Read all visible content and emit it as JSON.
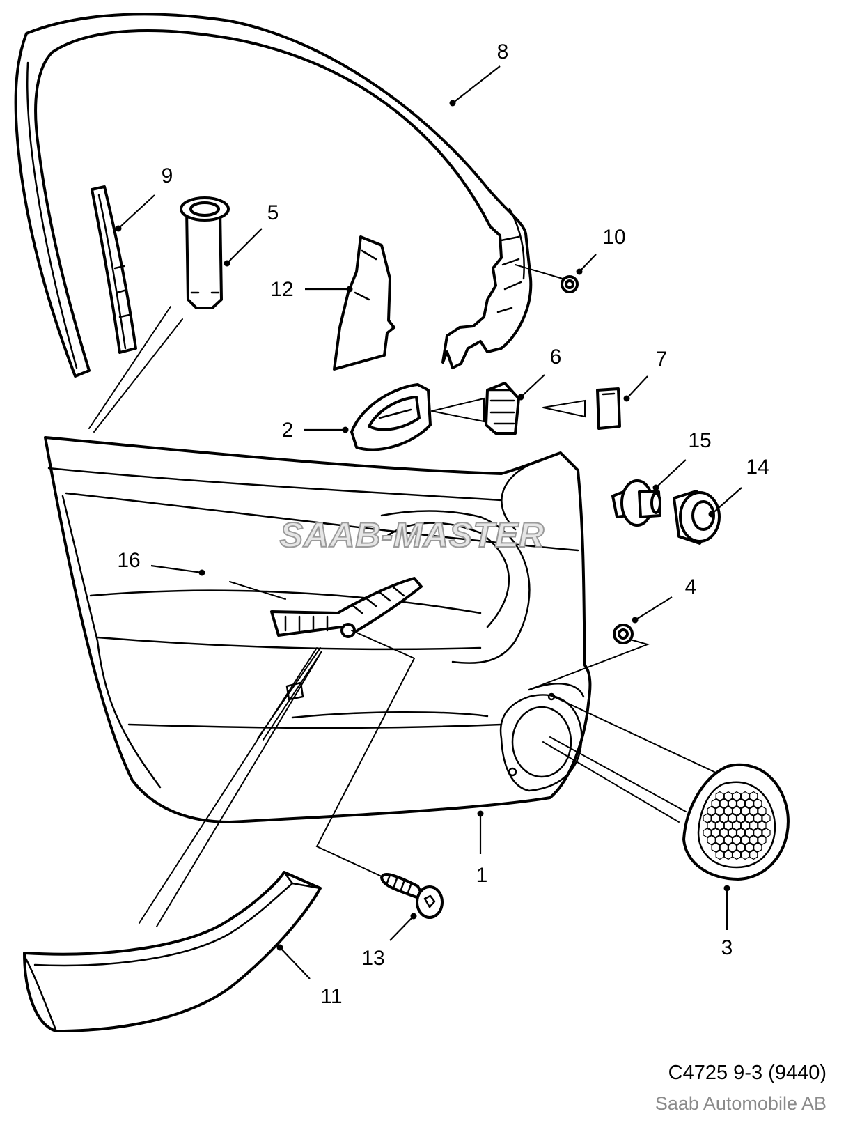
{
  "watermark": "SAAB-MASTER",
  "callouts": [
    {
      "id": "1",
      "label": "1",
      "part": "door-panel"
    },
    {
      "id": "2",
      "label": "2",
      "part": "inner-handle"
    },
    {
      "id": "3",
      "label": "3",
      "part": "speaker-grille"
    },
    {
      "id": "4",
      "label": "4",
      "part": "nut"
    },
    {
      "id": "5",
      "label": "5",
      "part": "lock-knob-sleeve"
    },
    {
      "id": "6",
      "label": "6",
      "part": "switch-unit"
    },
    {
      "id": "7",
      "label": "7",
      "part": "switch-cover"
    },
    {
      "id": "8",
      "label": "8",
      "part": "upper-trim-frame"
    },
    {
      "id": "9",
      "label": "9",
      "part": "trim-strip"
    },
    {
      "id": "10",
      "label": "10",
      "part": "clip"
    },
    {
      "id": "11",
      "label": "11",
      "part": "lower-trim-strip"
    },
    {
      "id": "12",
      "label": "12",
      "part": "insulation-pad"
    },
    {
      "id": "13",
      "label": "13",
      "part": "screw"
    },
    {
      "id": "14",
      "label": "14",
      "part": "grommet"
    },
    {
      "id": "15",
      "label": "15",
      "part": "expansion-rivet"
    },
    {
      "id": "16",
      "label": "16",
      "part": "cap"
    }
  ],
  "caption": {
    "code": "C4725 9-3 (9440)",
    "owner": "Saab Automobile AB"
  }
}
